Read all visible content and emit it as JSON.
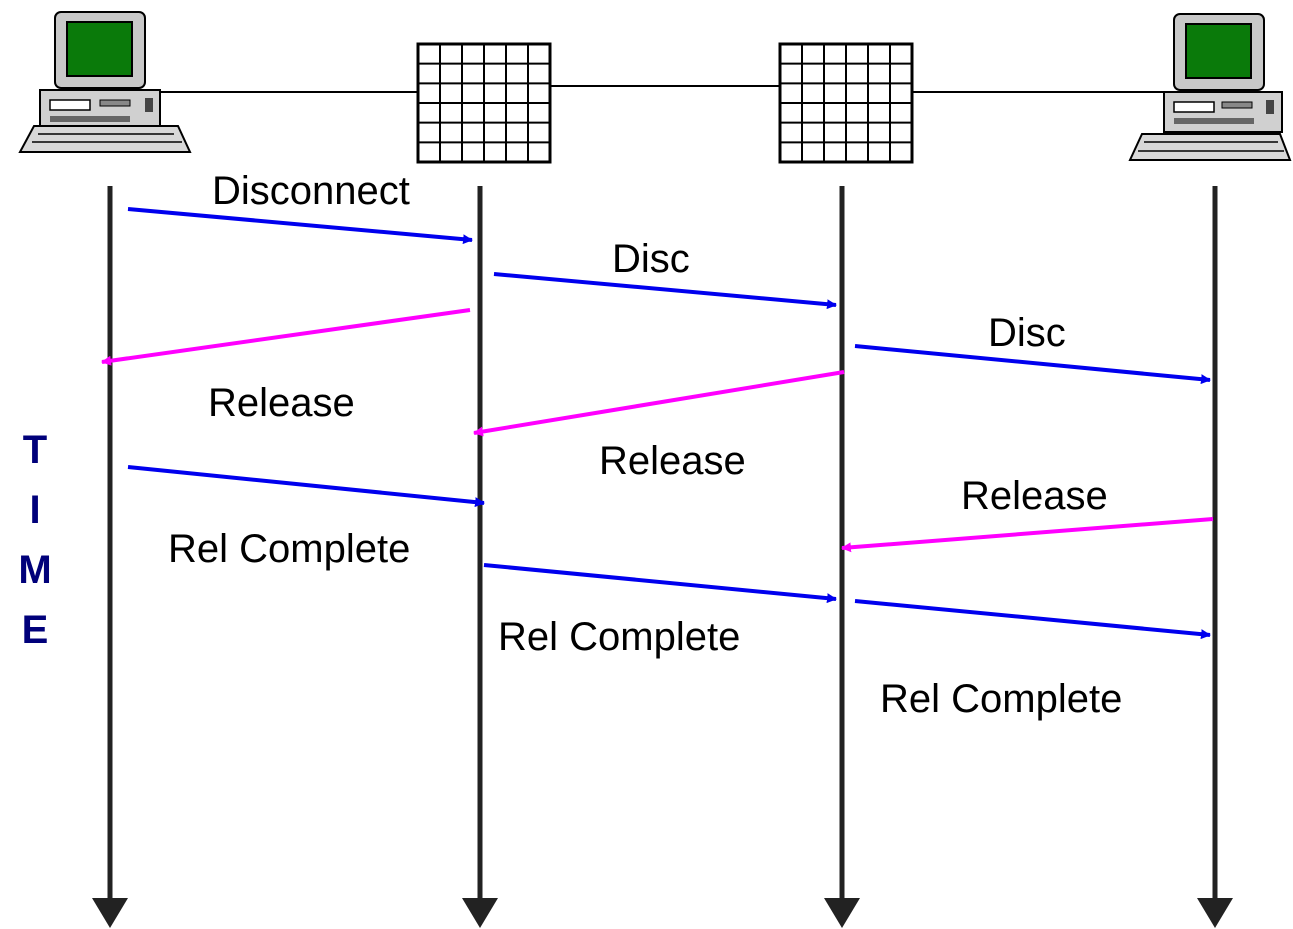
{
  "colors": {
    "request": "#0000ee",
    "release": "#ff00ff",
    "timeline": "#222222",
    "time_label": "#00007a",
    "screen": "#0a7a0a"
  },
  "nodes": [
    {
      "icon": "computer-icon",
      "name": "calling-terminal"
    },
    {
      "icon": "switch-icon",
      "name": "switch-1"
    },
    {
      "icon": "switch-icon",
      "name": "switch-2"
    },
    {
      "icon": "computer-icon",
      "name": "called-terminal"
    }
  ],
  "time_axis": {
    "letters": [
      "T",
      "I",
      "M",
      "E"
    ]
  },
  "messages": [
    {
      "label": "Disconnect",
      "kind": "request"
    },
    {
      "label": "Disc",
      "kind": "request"
    },
    {
      "label": "Disc",
      "kind": "request"
    },
    {
      "label": "Release",
      "kind": "release"
    },
    {
      "label": "Release",
      "kind": "release"
    },
    {
      "label": "Release",
      "kind": "release"
    },
    {
      "label": "Rel Complete",
      "kind": "request"
    },
    {
      "label": "Rel Complete",
      "kind": "request"
    },
    {
      "label": "Rel Complete",
      "kind": "request"
    }
  ]
}
